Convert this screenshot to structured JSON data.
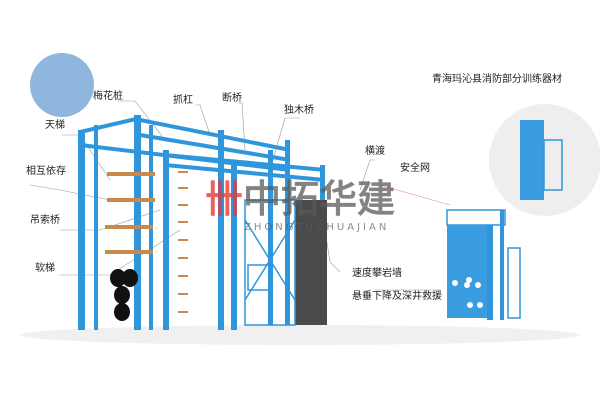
{
  "title": "青海玛沁县消防部分训练器材",
  "watermark": {
    "cn": "中拓华建",
    "en": "ZHONGTUOHUAJIAN"
  },
  "labels": {
    "meihuazhuang": "梅花桩",
    "zhuagang": "抓杠",
    "duanqiao": "断桥",
    "dumuqiao": "独木桥",
    "tianti": "天梯",
    "xianghuyicun": "相互依存",
    "hengdu": "横渡",
    "anquanwang": "安全网",
    "diaosuoqiao": "吊索桥",
    "ruanti": "软梯",
    "sudupanyanqiang": "速度攀岩墙",
    "xuanchui": "悬垂下降及深井救援"
  },
  "colors": {
    "frame": "#2f96dc",
    "rung": "#c8894a",
    "tower": "#4a4a4a",
    "accent": "#e23b3b"
  }
}
